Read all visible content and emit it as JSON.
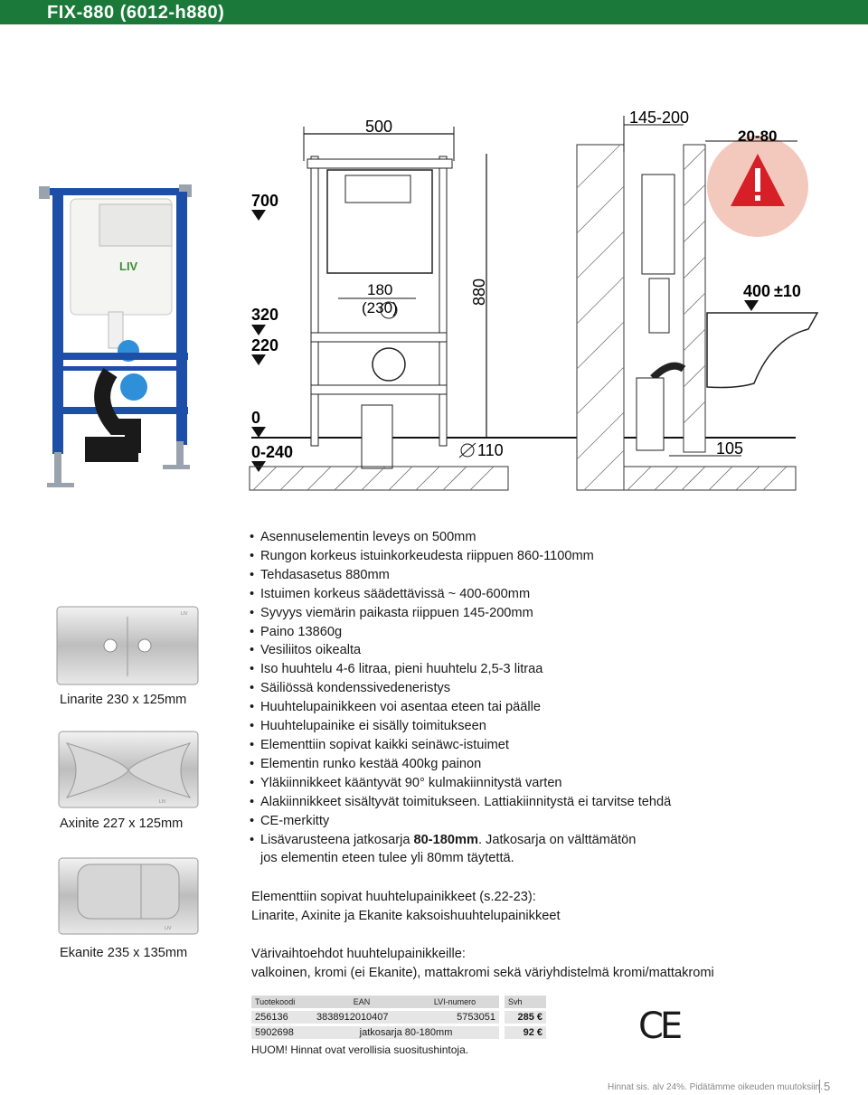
{
  "header": {
    "title": "FIX-880 (6012-h880)"
  },
  "drawing": {
    "width_500": "500",
    "depth_145_200": "145-200",
    "gap_20_80": "20-80",
    "level_700": "700",
    "level_320": "320",
    "level_220": "220",
    "level_0": "0",
    "level_0_240": "0-240",
    "height_880": "880",
    "dim_180": "180",
    "dim_230": "(230)",
    "pipe_110": "110",
    "dim_105": "105",
    "seat_400": "400",
    "seat_pm": "±10",
    "frame_logo": "LIV"
  },
  "features": [
    "Asennuselementin leveys on 500mm",
    "Rungon korkeus istuinkorkeudesta riippuen 860-1100mm",
    "Tehdasasetus 880mm",
    "Istuimen korkeus säädettävissä ~ 400-600mm",
    "Syvyys viemärin paikasta riippuen 145-200mm",
    "Paino 13860g",
    "Vesiliitos oikealta",
    "Iso huuhtelu 4-6 litraa, pieni huuhtelu 2,5-3 litraa",
    "Säiliössä kondenssivedeneristys",
    "Huuhtelupainikkeen voi asentaa eteen tai päälle",
    "Huuhtelupainike ei sisälly toimitukseen",
    "Elementtiin sopivat kaikki seinäwc-istuimet",
    "Elementin runko kestää 400kg painon",
    "Yläkiinnikkeet kääntyvät  90° kulmakiinnitystä varten",
    "Alakiinnikkeet sisältyvät toimitukseen. Lattiakiinnitystä ei tarvitse tehdä",
    "CE-merkitty"
  ],
  "extension": {
    "prefix": "Lisävarusteena jatkosarja ",
    "bold": "80-180mm",
    "suffix": ". Jatkosarja on välttämätön",
    "line2": "jos elementin eteen tulee yli 80mm täytettä."
  },
  "buttons_info": {
    "line1": "Elementtiin sopivat huuhtelupainikkeet (s.22-23):",
    "line2": "Linarite, Axinite ja Ekanite kaksoishuuhtelupainikkeet"
  },
  "colors_info": {
    "line1": "Värivaihtoehdot huuhtelupainikkeille:",
    "line2": "valkoinen, kromi (ei Ekanite), mattakromi sekä väriyhdistelmä kromi/mattakromi"
  },
  "panels": [
    {
      "label": "Linarite 230 x 125mm"
    },
    {
      "label": "Axinite 227 x 125mm"
    },
    {
      "label": "Ekanite 235 x 135mm"
    }
  ],
  "panel_logo": "LIV",
  "table": {
    "headers": [
      "Tuotekoodi",
      "EAN",
      "LVI-numero",
      "Svh"
    ],
    "rows": [
      {
        "code": "256136",
        "ean": "3838912010407",
        "lvi": "5753051",
        "price": "285 €"
      },
      {
        "code": "5902698",
        "desc": "jatkosarja 80-180mm",
        "price": "92 €"
      }
    ]
  },
  "ce_mark": "CE",
  "note": "HUOM! Hinnat ovat verollisia suositushintoja.",
  "footer": {
    "text": "Hinnat sis. alv 24%. Pidätämme oikeuden muutoksiin.",
    "page": "5"
  },
  "colors": {
    "brand_green": "#1b7a3a",
    "frame_blue": "#1e4fa8",
    "warning_red": "#d61f26",
    "warning_circle": "#f4c9bd"
  }
}
